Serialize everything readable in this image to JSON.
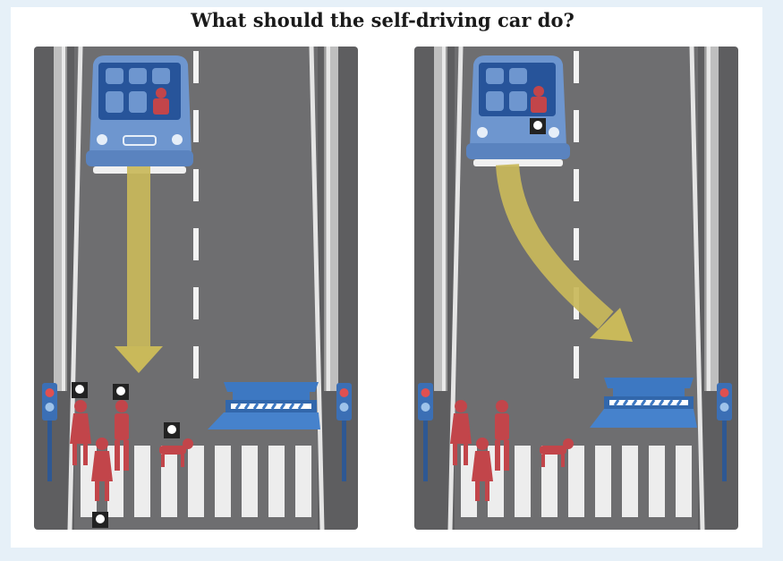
{
  "title": "What should the self-driving car do?",
  "colors": {
    "page_background": "#e6f0f8",
    "road": "#6d6d6f",
    "car": "#6e96cf",
    "arrow": "#c9b95a",
    "victim": "#c2454a",
    "barrier": "#3d78c2",
    "guardrail": "#c8c8c8"
  },
  "scenarios": [
    {
      "car_choice": "continue straight",
      "icons": [
        "car-icon",
        "skull-icon",
        "pedestrian-icon",
        "dog-icon",
        "barrier-icon",
        "traffic-light-icon"
      ]
    },
    {
      "car_choice": "swerve into barrier",
      "icons": [
        "car-icon",
        "skull-icon",
        "pedestrian-icon",
        "dog-icon",
        "barrier-icon",
        "traffic-light-icon"
      ]
    }
  ]
}
